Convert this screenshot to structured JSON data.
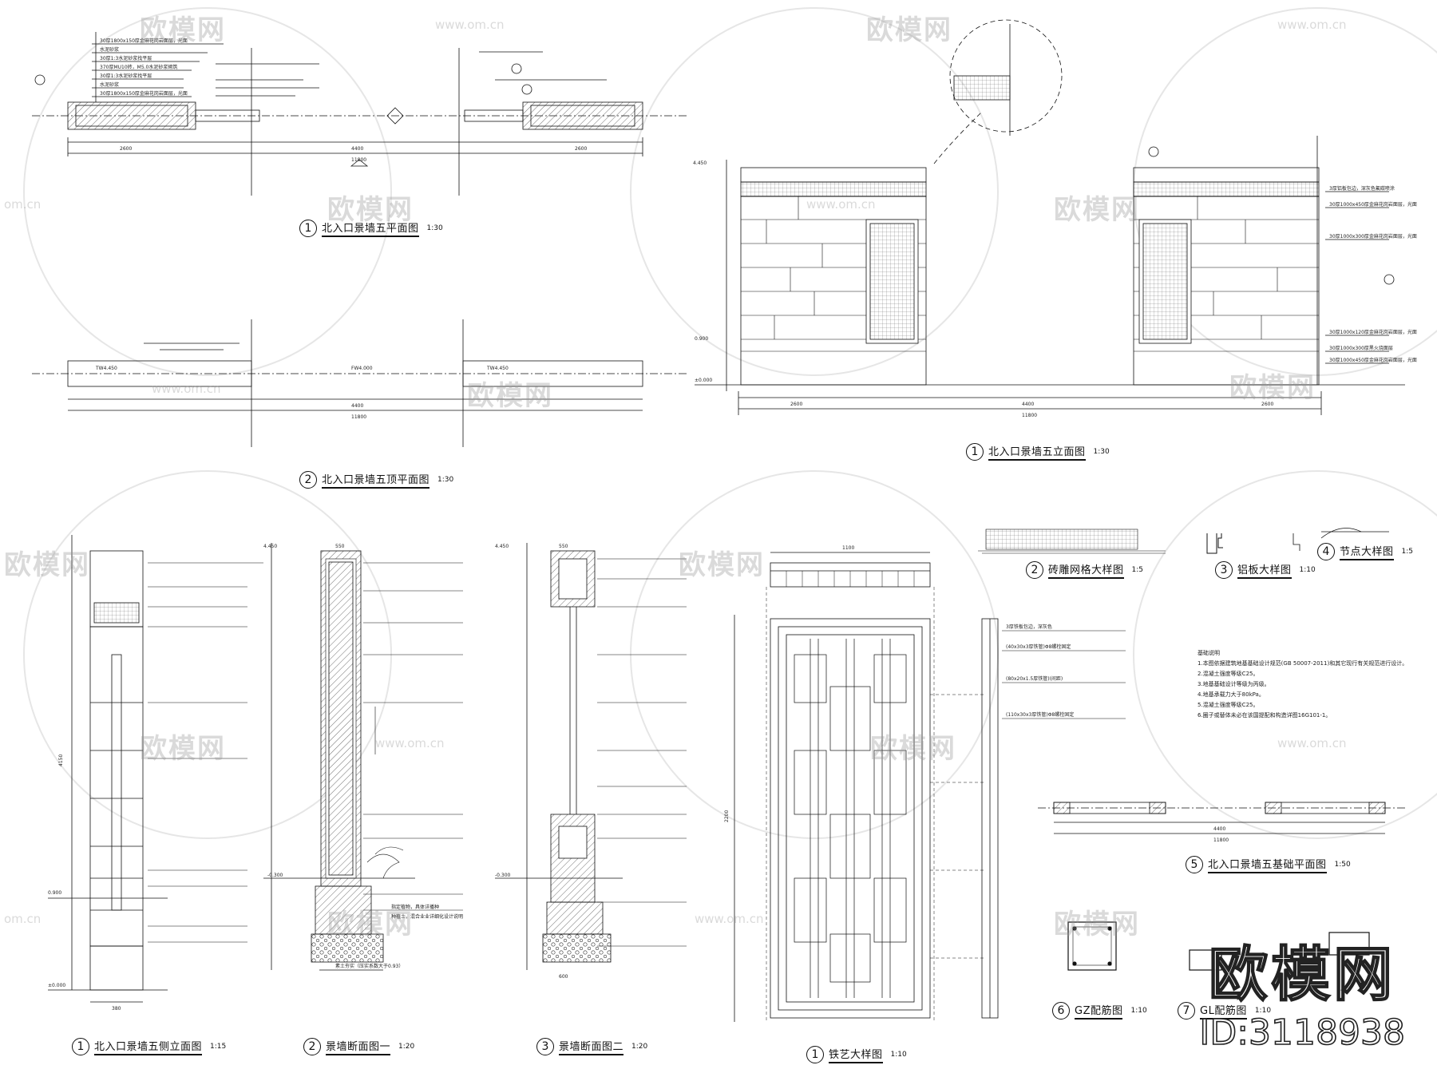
{
  "watermark": {
    "name": "欧模网",
    "url": "www.om.cn",
    "url_short": "om.cn"
  },
  "brand": {
    "name": "欧模网",
    "id": "ID:3118938"
  },
  "titles": {
    "t1": {
      "num": "1",
      "text": "北入口景墙五平面图",
      "scale": "1:30"
    },
    "t2": {
      "num": "2",
      "text": "北入口景墙五顶平面图",
      "scale": "1:30"
    },
    "t3": {
      "num": "1",
      "text": "北入口景墙五立面图",
      "scale": "1:30"
    },
    "t4": {
      "num": "1",
      "text": "北入口景墙五侧立面图",
      "scale": "1:15"
    },
    "t5": {
      "num": "2",
      "text": "景墙断面图一",
      "scale": "1:20"
    },
    "t6": {
      "num": "3",
      "text": "景墙断面图二",
      "scale": "1:20"
    },
    "t7": {
      "num": "1",
      "text": "铁艺大样图",
      "scale": "1:10"
    },
    "t8": {
      "num": "2",
      "text": "砖雕网格大样图",
      "scale": "1:5"
    },
    "t9": {
      "num": "3",
      "text": "铝板大样图",
      "scale": "1:10"
    },
    "t10": {
      "num": "4",
      "text": "节点大样图",
      "scale": "1:5"
    },
    "t11": {
      "num": "5",
      "text": "北入口景墙五基础平面图",
      "scale": "1:50"
    },
    "t12": {
      "num": "6",
      "text": "GZ配筋图",
      "scale": "1:10"
    },
    "t13": {
      "num": "7",
      "text": "GL配筋图",
      "scale": "1:10"
    }
  },
  "notes": {
    "heading": "基础说明",
    "lines": [
      "1.本图依据建筑地基基础设计规范(GB 50007-2011)和其它现行有关规范进行设计。",
      "2.混凝土强度等级C25。",
      "3.地基基础设计等级为丙级。",
      "4.地基承载力大于80kPa。",
      "5.混凝土强度等级C25。",
      "6.圈子或替体未必在该国提配和构造详图16G101-1。"
    ]
  },
  "dims": {
    "plan_total": "11800",
    "plan_mid": "4400",
    "elev_total": "11800",
    "elev_mid": "4400",
    "side_height": "4150",
    "gate_width": "1100",
    "gate_height": "2200",
    "found_total": "11800"
  },
  "elevations": {
    "top": "4.450",
    "ground": "±0.000",
    "base": "-0.300",
    "mid": "0.900"
  }
}
